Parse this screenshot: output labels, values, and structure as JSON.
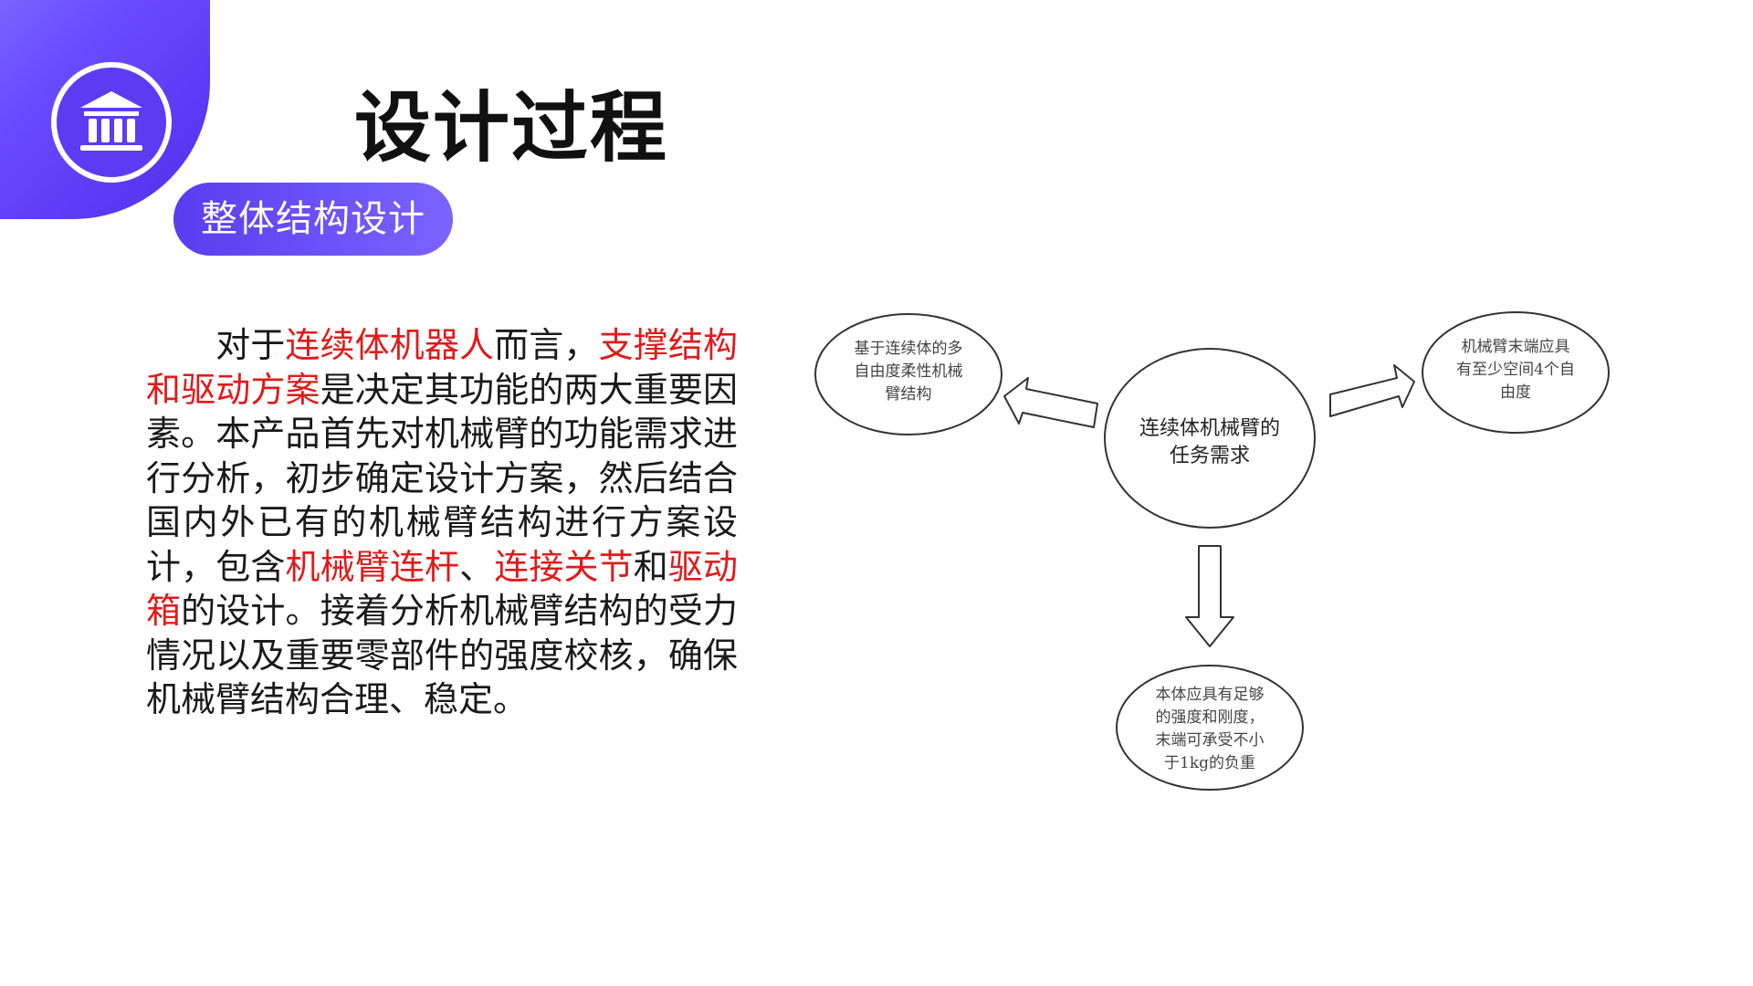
{
  "title": "设计过程",
  "subtitle_pill": "整体结构设计",
  "paragraph": [
    {
      "text": "对于",
      "highlight": false
    },
    {
      "text": "连续体机器人",
      "highlight": true
    },
    {
      "text": "而言，",
      "highlight": false
    },
    {
      "text": "支撑结构和驱动方案",
      "highlight": true
    },
    {
      "text": "是决定其功能的两大重要因素。本产品首先对机械臂的功能需求进行分析，初步确定设计方案，然后结合国内外已有的机械臂结构进行方案设计，包含",
      "highlight": false
    },
    {
      "text": "机械臂连杆",
      "highlight": true
    },
    {
      "text": "、",
      "highlight": false
    },
    {
      "text": "连接关节",
      "highlight": true
    },
    {
      "text": "和",
      "highlight": false
    },
    {
      "text": "驱动箱",
      "highlight": true
    },
    {
      "text": "的设计。接着分析机械臂结构的受力情况以及重要零部件的强度校核，确保机械臂结构合理、稳定。",
      "highlight": false
    }
  ],
  "colors": {
    "accent": "#5b3cf3",
    "highlight": "#e01b1b",
    "text": "#1a1a1a"
  },
  "logo_icon": "bank-building-icon",
  "diagram": {
    "center": {
      "lines": [
        "连续体机械臂的",
        "任务需求"
      ]
    },
    "left": {
      "lines": [
        "基于连续体的多",
        "自由度柔性机械",
        "臂结构"
      ]
    },
    "right": {
      "lines": [
        "机械臂末端应具",
        "有至少空间4个自",
        "由度"
      ]
    },
    "bottom": {
      "lines": [
        "本体应具有足够",
        "的强度和刚度，",
        "末端可承受不小",
        "于1kg的负重"
      ]
    }
  }
}
